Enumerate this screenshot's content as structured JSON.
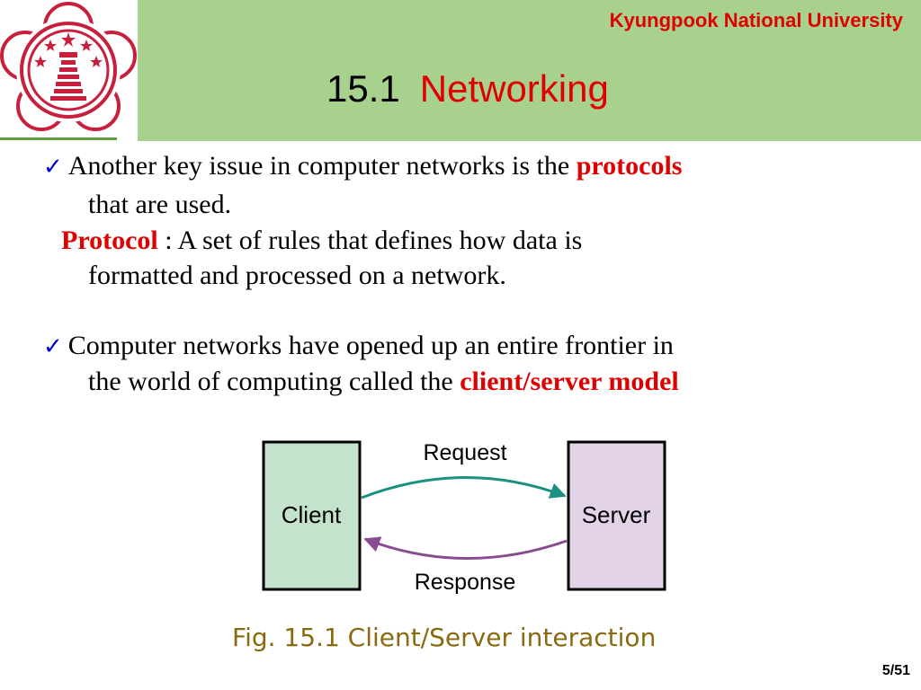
{
  "header": {
    "university": "Kyungpook National University",
    "title_number": "15.1",
    "title_word": "Networking"
  },
  "bullets": [
    {
      "line1_a": "Another key issue in computer networks is the ",
      "line1_b": "protocols",
      "line2": "that are used.",
      "line3_a": "Protocol",
      "line3_b": " : A set of rules that defines how data is",
      "line4": "formatted and processed on a network."
    },
    {
      "line1": "Computer networks have opened up an entire frontier in",
      "line2_a": "the world of computing called the ",
      "line2_b": "client/server model"
    }
  ],
  "diagram": {
    "client_label": "Client",
    "server_label": "Server",
    "request_label": "Request",
    "response_label": "Response",
    "colors": {
      "client_fill": "#c4e3cc",
      "server_fill": "#e3d3e9",
      "request_arrow": "#1a9080",
      "response_arrow": "#8a4c90"
    }
  },
  "caption": "Fig. 15.1  Client/Server interaction",
  "page_number": "5/51",
  "colors": {
    "header_bg": "#a9d18e",
    "accent_red": "#e00000",
    "check_blue": "#0000cc"
  }
}
